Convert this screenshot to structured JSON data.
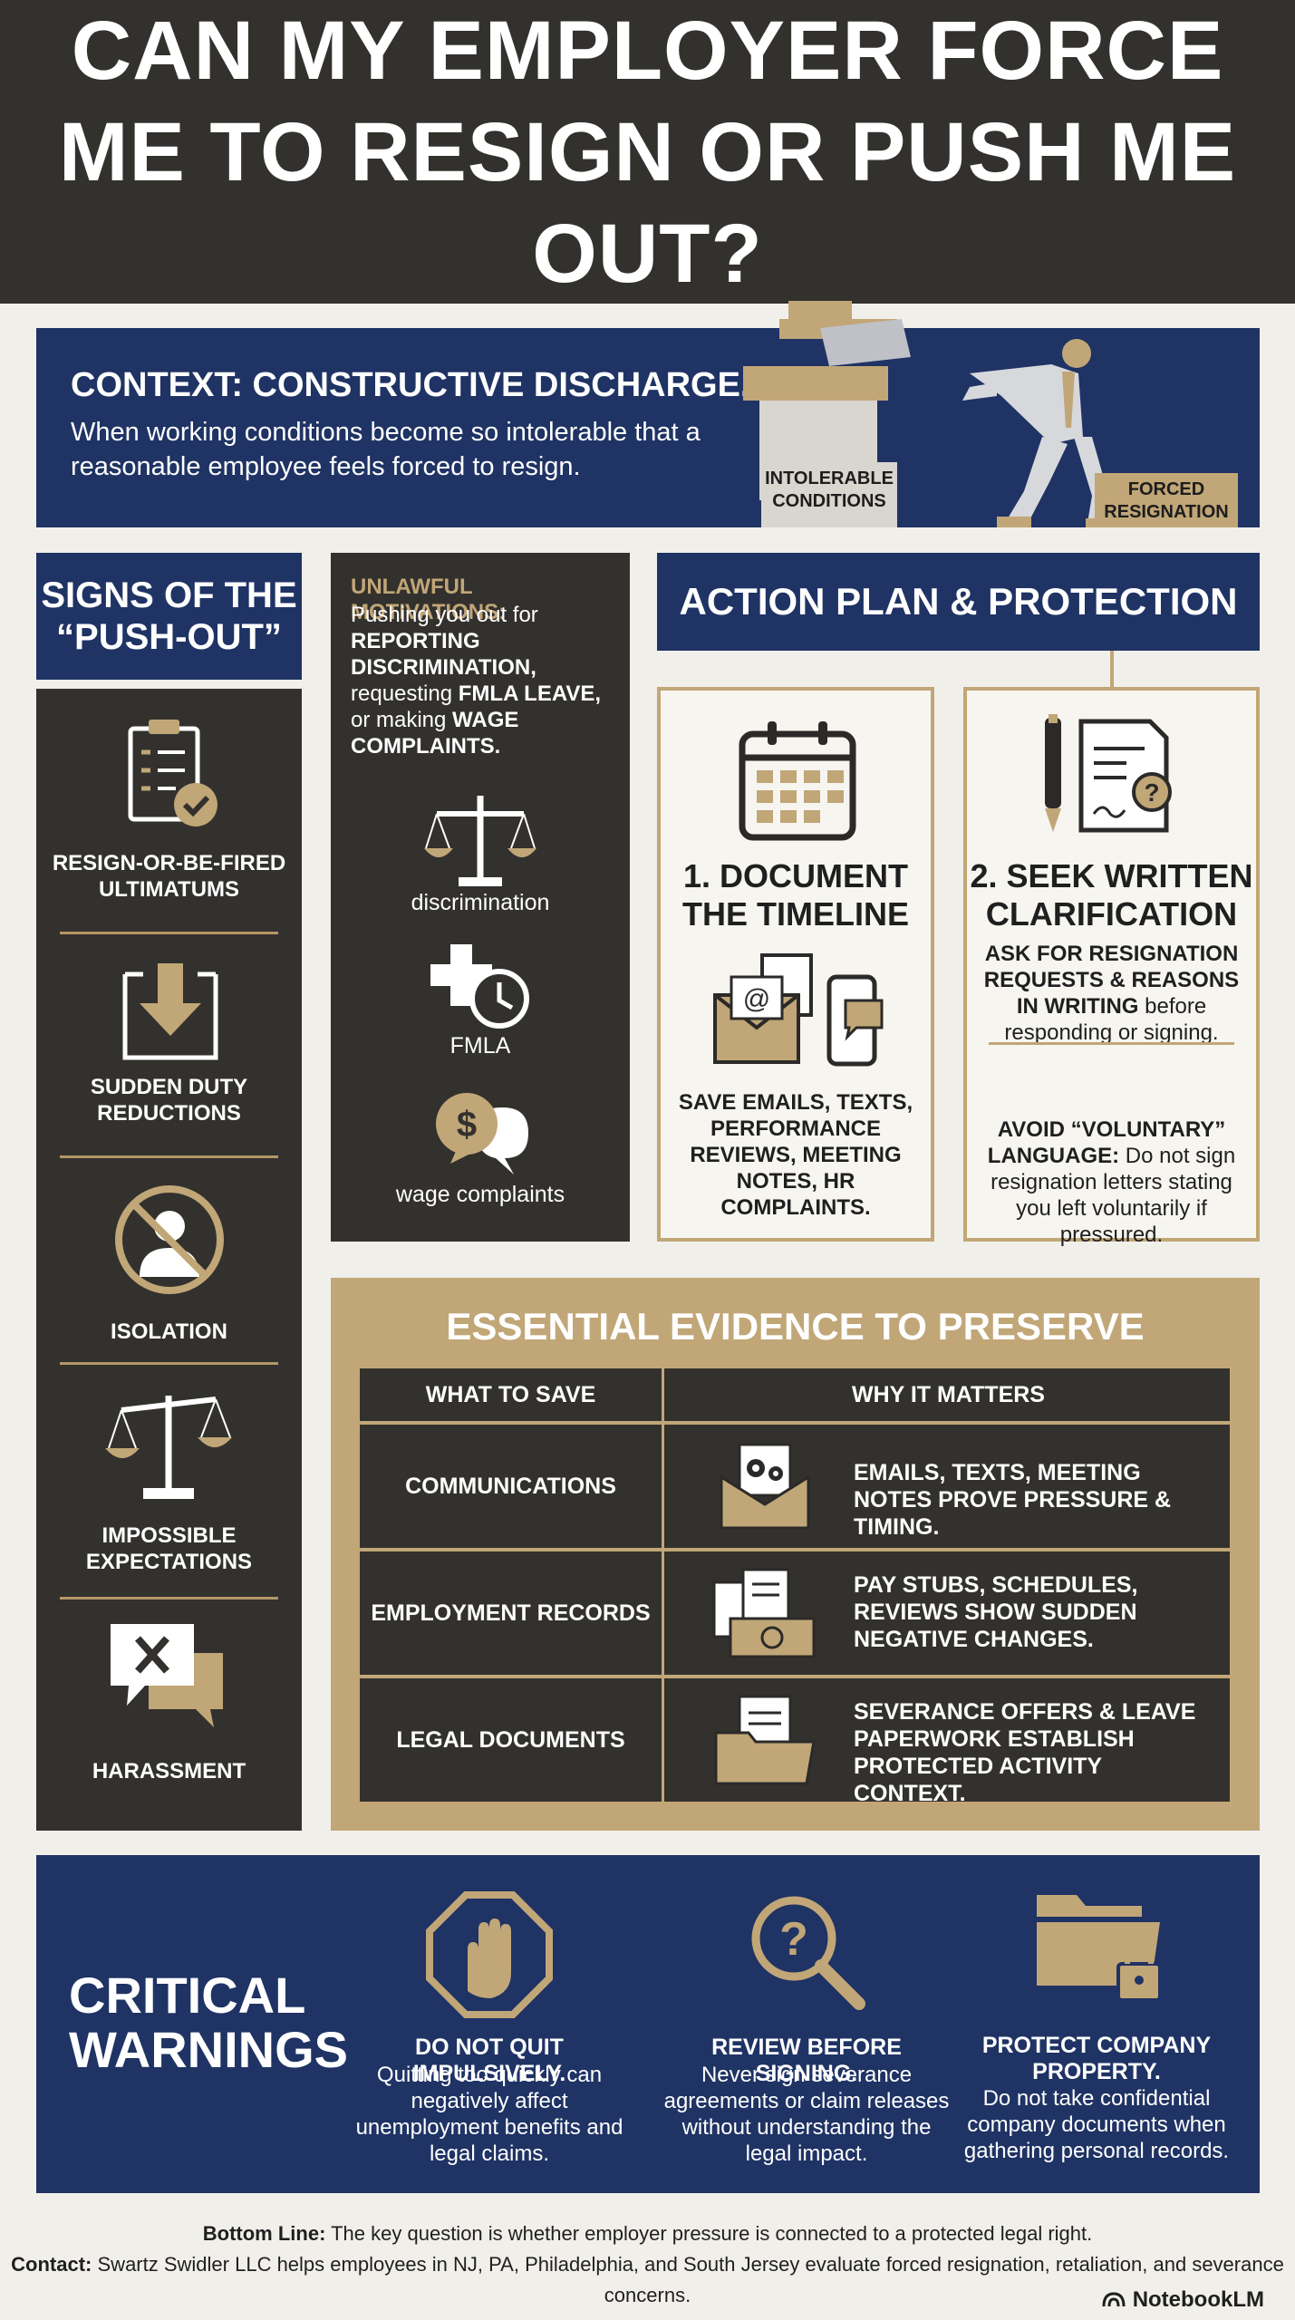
{
  "header": {
    "title": "CAN MY EMPLOYER FORCE ME TO RESIGN OR PUSH ME OUT?"
  },
  "context": {
    "title": "CONTEXT: CONSTRUCTIVE DISCHARGE.",
    "text": "When working conditions become so intolerable that a reasonable employee feels forced to resign.",
    "box_left": "INTOLERABLE CONDITIONS",
    "box_right": "FORCED RESIGNATION"
  },
  "signs": {
    "title": "SIGNS OF THE “PUSH-OUT”",
    "items": [
      {
        "label": "RESIGN-OR-BE-FIRED ULTIMATUMS",
        "icon": "clipboard-check-icon"
      },
      {
        "label": "SUDDEN DUTY REDUCTIONS",
        "icon": "down-arrow-box-icon"
      },
      {
        "label": "ISOLATION",
        "icon": "person-crossed-icon"
      },
      {
        "label": "IMPOSSIBLE EXPECTATIONS",
        "icon": "unbalanced-scale-icon"
      },
      {
        "label": "HARASSMENT",
        "icon": "x-speech-bubble-icon"
      }
    ]
  },
  "unlawful": {
    "title": "UNLAWFUL MOTIVATIONS:",
    "text_1": "Pushing you out for ",
    "text_2": "REPORTING DISCRIMINATION,",
    "text_3": " requesting ",
    "text_4": "FMLA LEAVE,",
    "text_5": " or making ",
    "text_6": "WAGE COMPLAINTS.",
    "items": [
      {
        "label": "discrimination",
        "icon": "scale-icon"
      },
      {
        "label": "FMLA",
        "icon": "medical-clock-icon"
      },
      {
        "label": "wage complaints",
        "icon": "dollar-speech-icon"
      }
    ]
  },
  "action": {
    "title": "ACTION PLAN & PROTECTION",
    "card1": {
      "title": "1. DOCUMENT THE TIMELINE",
      "text": "SAVE EMAILS, TEXTS, PERFORMANCE REVIEWS, MEETING NOTES, HR COMPLAINTS."
    },
    "card2": {
      "title": "2. SEEK WRITTEN CLARIFICATION",
      "text_a_bold": "ASK FOR RESIGNATION REQUESTS & REASONS IN WRITING",
      "text_a": " before responding or signing.",
      "text_b_bold": "AVOID “VOLUNTARY” LANGUAGE:",
      "text_b": " Do not sign resignation letters stating you left voluntarily if pressured."
    }
  },
  "evidence": {
    "title": "ESSENTIAL EVIDENCE TO PRESERVE",
    "col_what": "WHAT TO SAVE",
    "col_why": "WHY IT MATTERS",
    "rows": [
      {
        "what": "COMMUNICATIONS",
        "why": "EMAILS, TEXTS, MEETING NOTES PROVE PRESSURE & TIMING."
      },
      {
        "what": "EMPLOYMENT RECORDS",
        "why": "PAY STUBS, SCHEDULES, REVIEWS SHOW SUDDEN NEGATIVE CHANGES."
      },
      {
        "what": "LEGAL DOCUMENTS",
        "why": "SEVERANCE OFFERS & LEAVE PAPERWORK ESTABLISH PROTECTED ACTIVITY CONTEXT."
      }
    ]
  },
  "warnings": {
    "title": "CRITICAL WARNINGS",
    "items": [
      {
        "title": "DO NOT QUIT IMPULSIVELY.",
        "text": "Quitting too quickly can negatively affect unemployment benefits and legal claims."
      },
      {
        "title": "REVIEW BEFORE SIGNING.",
        "text": "Never sign severance agreements or claim releases without understanding the legal impact."
      },
      {
        "title": "PROTECT COMPANY PROPERTY.",
        "text": "Do not take confidential company documents when gathering personal records."
      }
    ]
  },
  "footer": {
    "bottom_label": "Bottom Line:",
    "bottom_text": " The key question is whether employer pressure is connected to a protected legal right.",
    "contact_label": "Contact:",
    "contact_text": " Swartz Swidler LLC helps employees in NJ, PA, Philadelphia, and South Jersey evaluate forced resignation, retaliation, and severance concerns.",
    "brand": "NotebookLM"
  },
  "colors": {
    "navy": "#1f3364",
    "dark": "#33312e",
    "gold": "#c1a677",
    "cream": "#f1efea"
  }
}
